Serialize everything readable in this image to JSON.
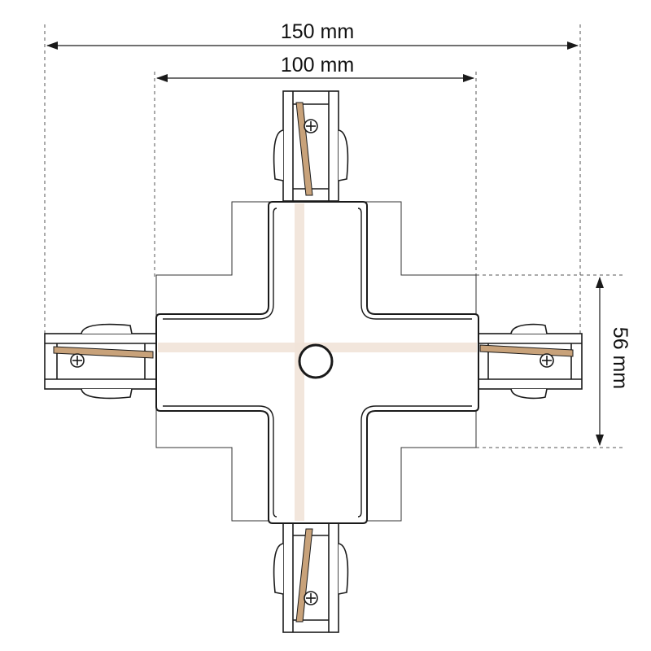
{
  "dimensions": {
    "overall_width": "150 mm",
    "center_width": "100 mm",
    "body_height": "56 mm"
  },
  "colors": {
    "line": "#1a1a1a",
    "dash": "#555555",
    "copper": "#c8a27a",
    "highlight": "#f1e3d8",
    "background": "#ffffff"
  }
}
